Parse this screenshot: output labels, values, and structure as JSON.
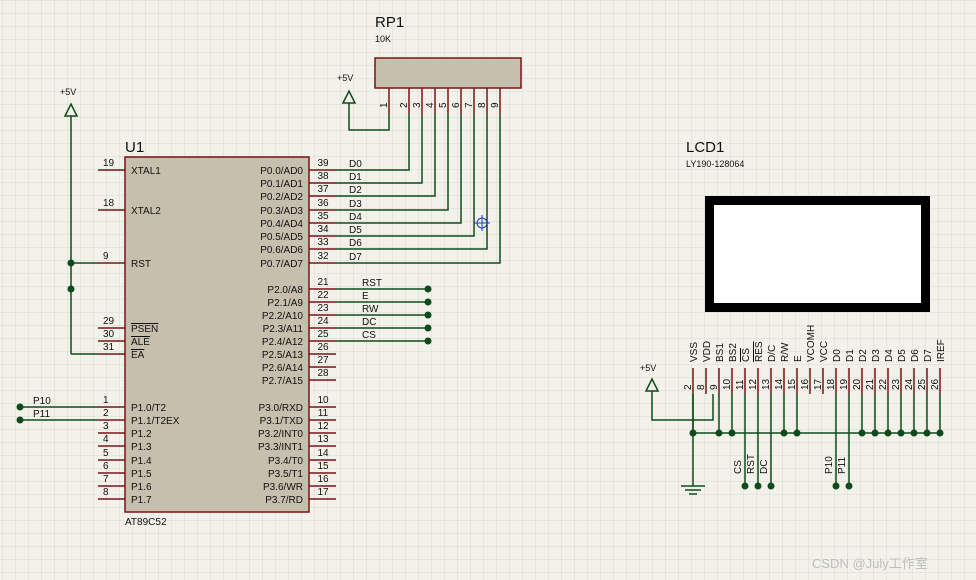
{
  "colors": {
    "background": "#f2f1ea",
    "grid": "#dcdbd2",
    "part_fill": "#c6bfad",
    "outline": "#7a1414",
    "wire": "#0f4a1c",
    "text": "#111111"
  },
  "u1": {
    "ref": "U1",
    "part": "AT89C52",
    "left_pins": [
      {
        "num": "19",
        "name": "XTAL1"
      },
      {
        "num": "18",
        "name": "XTAL2"
      },
      {
        "num": "9",
        "name": "RST"
      },
      {
        "num": "29",
        "name": "PSEN"
      },
      {
        "num": "30",
        "name": "ALE"
      },
      {
        "num": "31",
        "name": "EA"
      },
      {
        "num": "1",
        "name": "P1.0/T2"
      },
      {
        "num": "2",
        "name": "P1.1/T2EX"
      },
      {
        "num": "3",
        "name": "P1.2"
      },
      {
        "num": "4",
        "name": "P1.3"
      },
      {
        "num": "5",
        "name": "P1.4"
      },
      {
        "num": "6",
        "name": "P1.5"
      },
      {
        "num": "7",
        "name": "P1.6"
      },
      {
        "num": "8",
        "name": "P1.7"
      }
    ],
    "right_pins": [
      {
        "num": "39",
        "name": "P0.0/AD0"
      },
      {
        "num": "38",
        "name": "P0.1/AD1"
      },
      {
        "num": "37",
        "name": "P0.2/AD2"
      },
      {
        "num": "36",
        "name": "P0.3/AD3"
      },
      {
        "num": "35",
        "name": "P0.4/AD4"
      },
      {
        "num": "34",
        "name": "P0.5/AD5"
      },
      {
        "num": "33",
        "name": "P0.6/AD6"
      },
      {
        "num": "32",
        "name": "P0.7/AD7"
      },
      {
        "num": "21",
        "name": "P2.0/A8"
      },
      {
        "num": "22",
        "name": "P2.1/A9"
      },
      {
        "num": "23",
        "name": "P2.2/A10"
      },
      {
        "num": "24",
        "name": "P2.3/A11"
      },
      {
        "num": "25",
        "name": "P2.4/A12"
      },
      {
        "num": "26",
        "name": "P2.5/A13"
      },
      {
        "num": "27",
        "name": "P2.6/A14"
      },
      {
        "num": "28",
        "name": "P2.7/A15"
      },
      {
        "num": "10",
        "name": "P3.0/RXD"
      },
      {
        "num": "11",
        "name": "P3.1/TXD"
      },
      {
        "num": "12",
        "name": "P3.2/INT0"
      },
      {
        "num": "13",
        "name": "P3.3/INT1"
      },
      {
        "num": "14",
        "name": "P3.4/T0"
      },
      {
        "num": "15",
        "name": "P3.5/T1"
      },
      {
        "num": "16",
        "name": "P3.6/WR"
      },
      {
        "num": "17",
        "name": "P3.7/RD"
      }
    ],
    "data_labels": [
      "D0",
      "D1",
      "D2",
      "D3",
      "D4",
      "D5",
      "D6",
      "D7"
    ],
    "ctrl_labels": [
      "RST",
      "E",
      "RW",
      "DC",
      "CS"
    ],
    "p1_labels": [
      "P10",
      "P11"
    ]
  },
  "rp1": {
    "ref": "RP1",
    "value": "10K",
    "pins": [
      "1",
      "2",
      "3",
      "4",
      "5",
      "6",
      "7",
      "8",
      "9"
    ]
  },
  "lcd1": {
    "ref": "LCD1",
    "part": "LY190-128064",
    "pins": [
      {
        "num": "2",
        "name": "VSS"
      },
      {
        "num": "8",
        "name": "VDD"
      },
      {
        "num": "9",
        "name": "BS1"
      },
      {
        "num": "10",
        "name": "BS2"
      },
      {
        "num": "11",
        "name": "CS"
      },
      {
        "num": "12",
        "name": "RES"
      },
      {
        "num": "13",
        "name": "D/C"
      },
      {
        "num": "14",
        "name": "R/W"
      },
      {
        "num": "15",
        "name": "E"
      },
      {
        "num": "16",
        "name": "VCOMH"
      },
      {
        "num": "17",
        "name": "VCC"
      },
      {
        "num": "18",
        "name": "D0"
      },
      {
        "num": "19",
        "name": "D1"
      },
      {
        "num": "20",
        "name": "D2"
      },
      {
        "num": "21",
        "name": "D3"
      },
      {
        "num": "22",
        "name": "D4"
      },
      {
        "num": "23",
        "name": "D5"
      },
      {
        "num": "24",
        "name": "D6"
      },
      {
        "num": "25",
        "name": "D7"
      },
      {
        "num": "26",
        "name": "IREF"
      }
    ],
    "bottom_labels": [
      "CS",
      "RST",
      "DC",
      "P10",
      "P11"
    ]
  },
  "power": {
    "vcc1": "+5V",
    "vcc2": "+5V",
    "vcc3": "+5V"
  },
  "watermark": "CSDN @July工作室"
}
